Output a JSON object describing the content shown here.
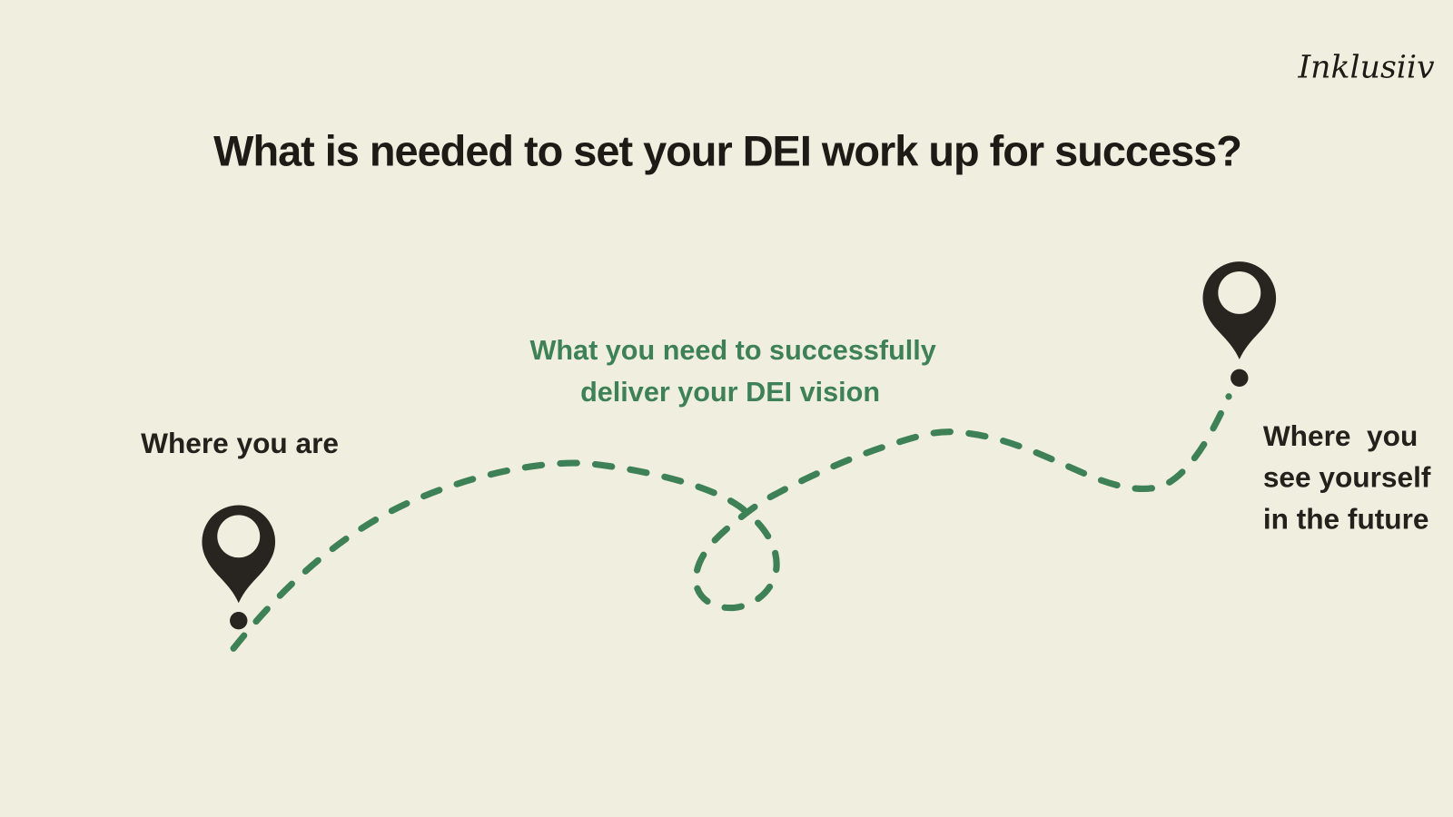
{
  "brand": {
    "logo_text": "Inklusiiv"
  },
  "title": "What is needed to set your DEI work up for success?",
  "journey": {
    "start_label": "Where you are",
    "path_label_lines": {
      "0": "What you need to successfully",
      "1": "deliver your DEI vision"
    },
    "end_label_lines": {
      "0": "Where  you",
      "1": "see yourself",
      "2": "in the future"
    }
  },
  "colors": {
    "background": "#F0EEDF",
    "path_green": "#3E8157",
    "ink": "#1E1B17",
    "pin_dark": "#28241F"
  }
}
